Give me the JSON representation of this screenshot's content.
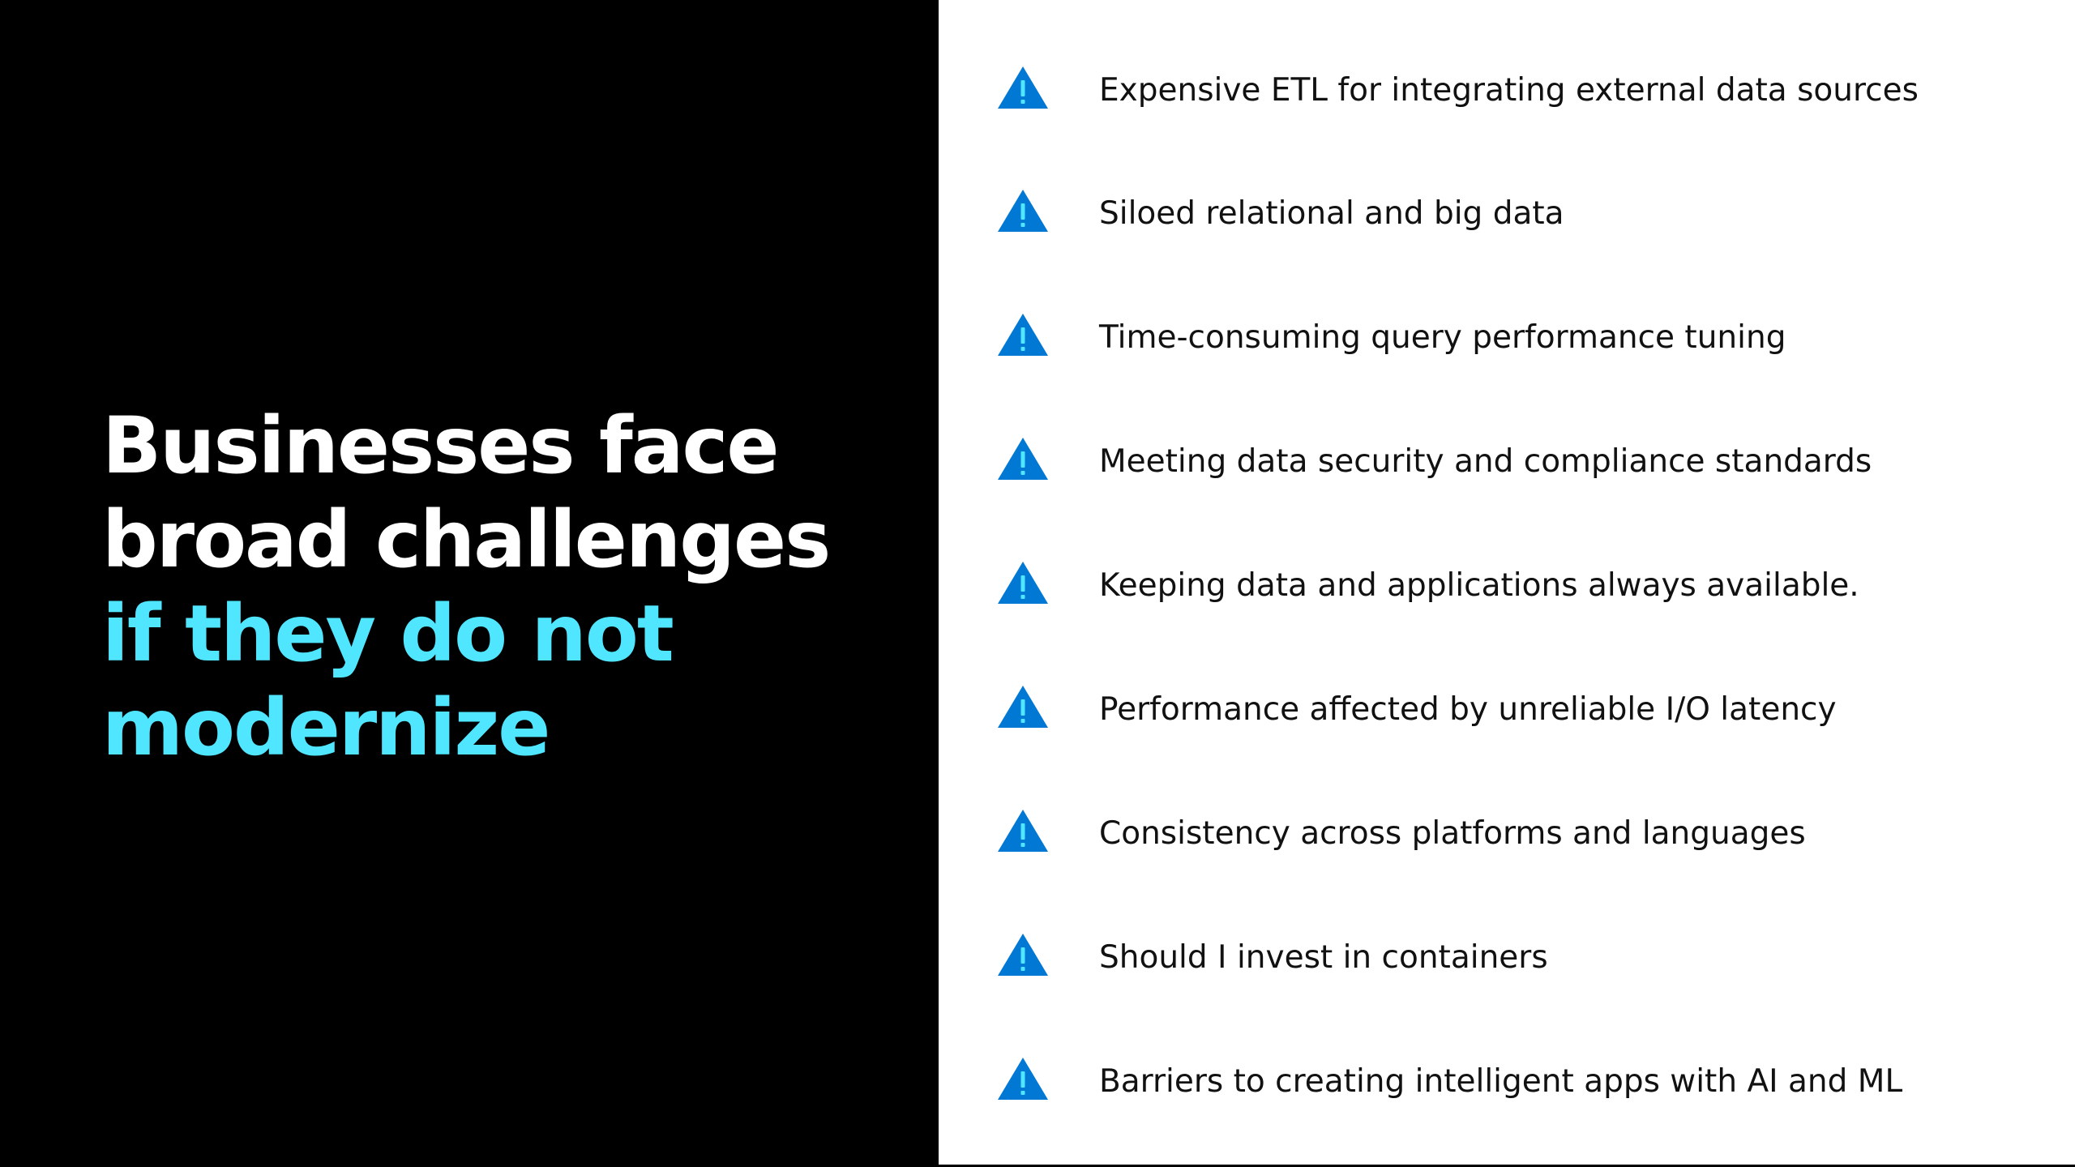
{
  "headline": {
    "line1": "Businesses face",
    "line2": "broad challenges",
    "line3": "if they do not",
    "line4": "modernize"
  },
  "colors": {
    "left_background": "#000000",
    "headline_white": "#ffffff",
    "headline_accent": "#50e6ff",
    "icon_fill": "#0078d4",
    "icon_mark": "#50e6ff"
  },
  "icon": "warning-triangle-icon",
  "challenges": [
    "Expensive ETL for integrating external data sources",
    "Siloed relational and big data",
    "Time-consuming query performance tuning",
    "Meeting data security and compliance standards",
    "Keeping data and applications always available.",
    "Performance affected by unreliable I/O latency",
    "Consistency across platforms and languages",
    "Should I invest in containers",
    "Barriers to creating intelligent apps with AI and ML"
  ]
}
